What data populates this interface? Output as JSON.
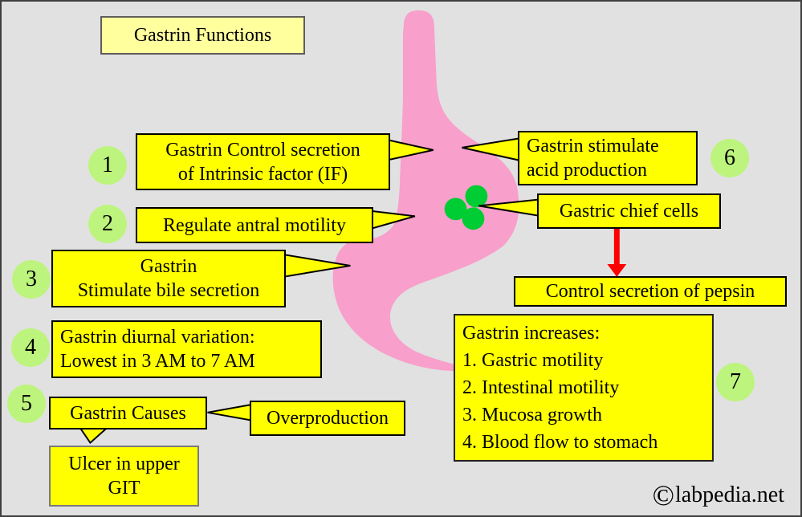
{
  "title": "Gastrin Functions",
  "watermark": {
    "symbol": "©",
    "text": "labpedia.net"
  },
  "steps": [
    "1",
    "2",
    "3",
    "4",
    "5",
    "6",
    "7"
  ],
  "callouts": {
    "intrinsic_factor": {
      "line1": "Gastrin Control secretion",
      "line2": "of Intrinsic factor (IF)"
    },
    "antral_motility": {
      "label": "Regulate antral motility"
    },
    "bile": {
      "line1": "Gastrin",
      "line2": "Stimulate bile secretion"
    },
    "diurnal": {
      "line1": "Gastrin diurnal variation:",
      "line2": "Lowest in 3 AM to 7 AM"
    },
    "causes": {
      "label": "Gastrin Causes"
    },
    "overproduction": {
      "label": "Overproduction"
    },
    "ulcer": {
      "line1": "Ulcer in upper",
      "line2": "GIT"
    },
    "acid": {
      "line1": "Gastrin stimulate",
      "line2": "acid production"
    },
    "chief_cells": {
      "label": "Gastric chief cells"
    },
    "pepsin": {
      "label": "Control secretion of pepsin"
    },
    "increases": {
      "header": "Gastrin increases:",
      "items": [
        "1. Gastric motility",
        "2. Intestinal motility",
        "3. Mucosa growth",
        "4. Blood flow to stomach"
      ]
    }
  },
  "colors": {
    "background": "#E1E1E1",
    "callout_yellow": "#FFFF00",
    "title_yellow": "#FFFF9E",
    "stomach_pink": "#F89FCB",
    "cell_green": "#00CC33",
    "step_circle_green": "#BDF47D",
    "arrow_red": "#FF0000"
  }
}
